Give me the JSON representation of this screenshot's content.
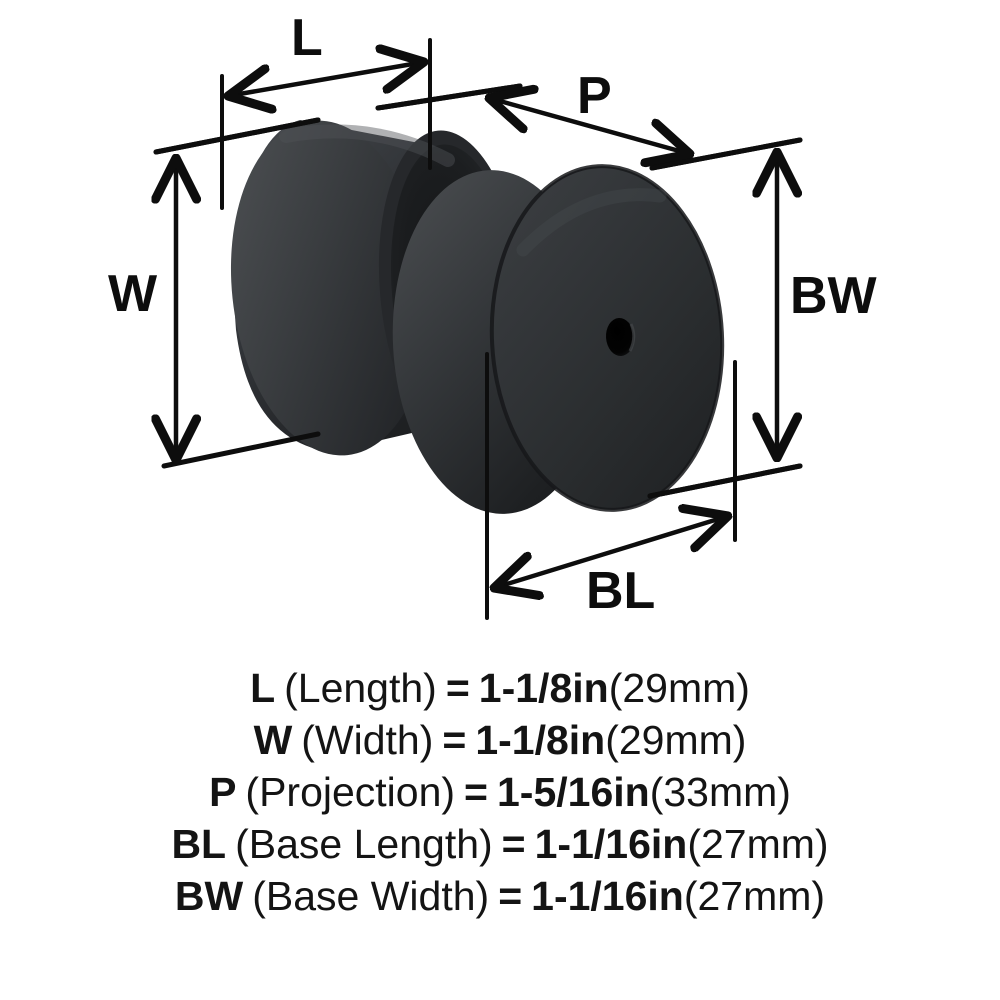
{
  "diagram": {
    "title": "Cabinet knob dimension diagram",
    "product": "round black cabinet knob with base plate",
    "callouts": [
      {
        "key": "L",
        "label": "L",
        "kind": "horizontal-double-arrow",
        "measures": "knob length / diameter"
      },
      {
        "key": "W",
        "label": "W",
        "kind": "vertical-double-arrow",
        "measures": "knob width / height"
      },
      {
        "key": "P",
        "label": "P",
        "kind": "diagonal-double-arrow",
        "measures": "projection"
      },
      {
        "key": "BW",
        "label": "BW",
        "kind": "vertical-double-arrow",
        "measures": "base width"
      },
      {
        "key": "BL",
        "label": "BL",
        "kind": "diagonal-double-arrow",
        "measures": "base length"
      }
    ],
    "colors": {
      "background": "#ffffff",
      "line": "#0d0d0d",
      "text": "#141414",
      "knob_dark": "#242528",
      "knob_mid": "#35383b",
      "knob_light": "#4a4d50",
      "base_dark": "#2a2c2e",
      "base_mid": "#323538",
      "screw_hole": "#050505"
    }
  },
  "specs": [
    {
      "abbr": "L",
      "name": "(Length)",
      "eq": "=",
      "imperial": "1-1/8in",
      "metric": "(29mm)"
    },
    {
      "abbr": "W",
      "name": "(Width)",
      "eq": "=",
      "imperial": "1-1/8in",
      "metric": "(29mm)"
    },
    {
      "abbr": "P",
      "name": "(Projection)",
      "eq": "=",
      "imperial": "1-5/16in",
      "metric": "(33mm)"
    },
    {
      "abbr": "BL",
      "name": "(Base Length)",
      "eq": "=",
      "imperial": "1-1/16in",
      "metric": "(27mm)"
    },
    {
      "abbr": "BW",
      "name": "(Base Width)",
      "eq": "=",
      "imperial": "1-1/16in",
      "metric": "(27mm)"
    }
  ]
}
